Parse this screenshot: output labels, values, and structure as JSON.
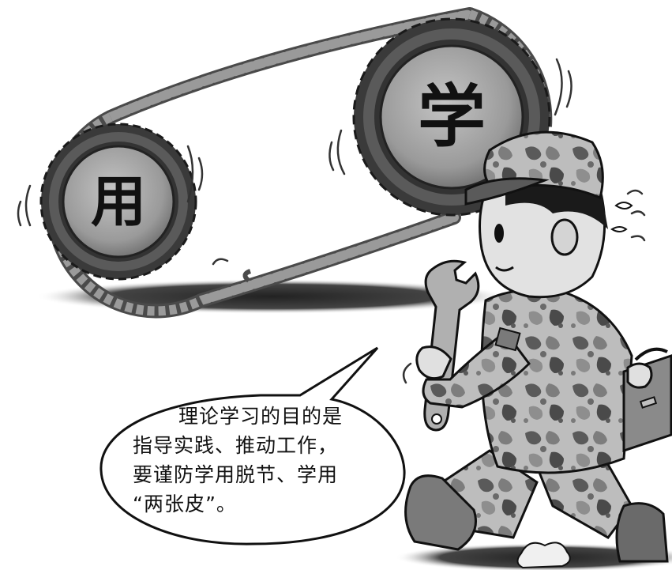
{
  "gears": {
    "small_label": "用",
    "large_label": "学"
  },
  "speech_bubble": {
    "lines": [
      "理论学习的目的是",
      "指导实践、推动工作，",
      "要谨防学用脱节、学用",
      "“两张皮”。"
    ]
  },
  "colors": {
    "background": "#ffffff",
    "gear_face": "#9a9a9a",
    "gear_rim": "#4a4a4a",
    "chain": "#8a8a8a",
    "shadow": "#2a2a2a",
    "camo_light": "#b8b8b8",
    "camo_dark": "#4a4a4a",
    "skin": "#d8d8d8"
  },
  "icons": {
    "wrench": "wrench-icon",
    "toolbox": "toolbox-icon",
    "flag_patch": "flag-patch-icon"
  }
}
